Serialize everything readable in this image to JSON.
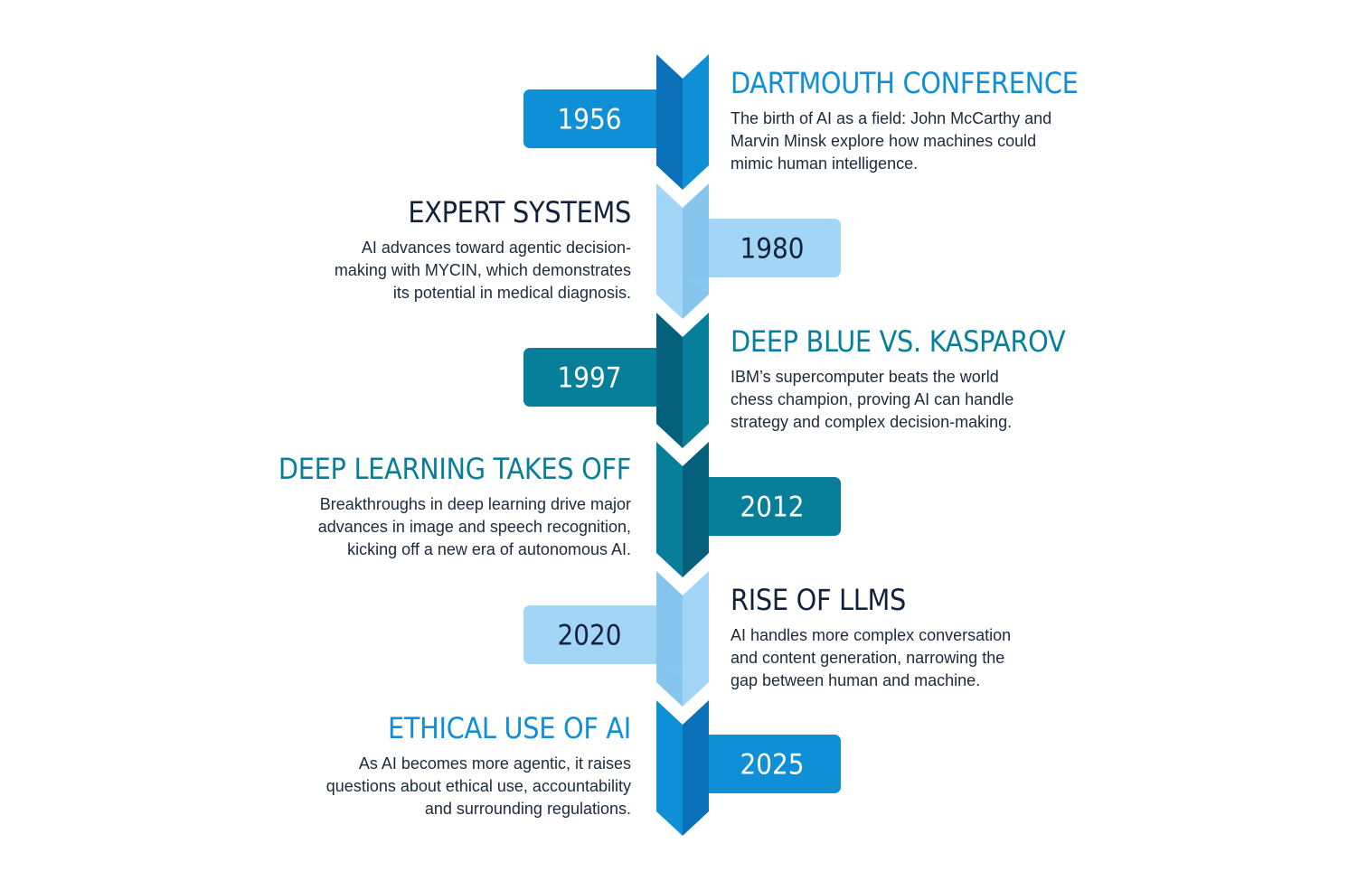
{
  "colors": {
    "dark_navy": "#12223b",
    "blue": "#0f8fd6",
    "blue_dark": "#0a70b7",
    "light_blue": "#a3d6f6",
    "light_blue_dark": "#86c6ee",
    "teal": "#077f9b",
    "teal_dark": "#05617b",
    "text": "#1c2a3d"
  },
  "events": [
    {
      "year": "1956",
      "title": "DARTMOUTH CONFERENCE",
      "description": "The birth of AI as a field: John McCarthy and\nMarvin Minsk explore how machines could\nmimic human intelligence.",
      "side": "right",
      "color": "blue",
      "title_color": "#0f8fd6"
    },
    {
      "year": "1980",
      "title": "EXPERT SYSTEMS",
      "description": "AI advances toward agentic decision-\nmaking with MYCIN, which demonstrates\nits potential in medical diagnosis.",
      "side": "left",
      "color": "light_blue",
      "title_color": "#12223b"
    },
    {
      "year": "1997",
      "title": "DEEP BLUE VS. KASPAROV",
      "description": "IBM’s supercomputer beats the world\nchess champion, proving AI can handle\nstrategy and complex decision-making.",
      "side": "right",
      "color": "teal",
      "title_color": "#077f9b"
    },
    {
      "year": "2012",
      "title": "DEEP LEARNING TAKES OFF",
      "description": "Breakthroughs in deep learning drive major\nadvances in image and speech recognition,\nkicking off a new era of autonomous AI.",
      "side": "left",
      "color": "teal",
      "title_color": "#077f9b"
    },
    {
      "year": "2020",
      "title": "RISE OF LLMS",
      "description": "AI handles more complex conversation\nand content generation, narrowing the\ngap between human and machine.",
      "side": "right",
      "color": "light_blue",
      "title_color": "#12223b"
    },
    {
      "year": "2025",
      "title": "ETHICAL USE OF AI",
      "description": "As AI becomes more agentic, it raises\nquestions about ethical use, accountability\nand surrounding regulations.",
      "side": "left",
      "color": "blue",
      "title_color": "#0f8fd6"
    }
  ]
}
